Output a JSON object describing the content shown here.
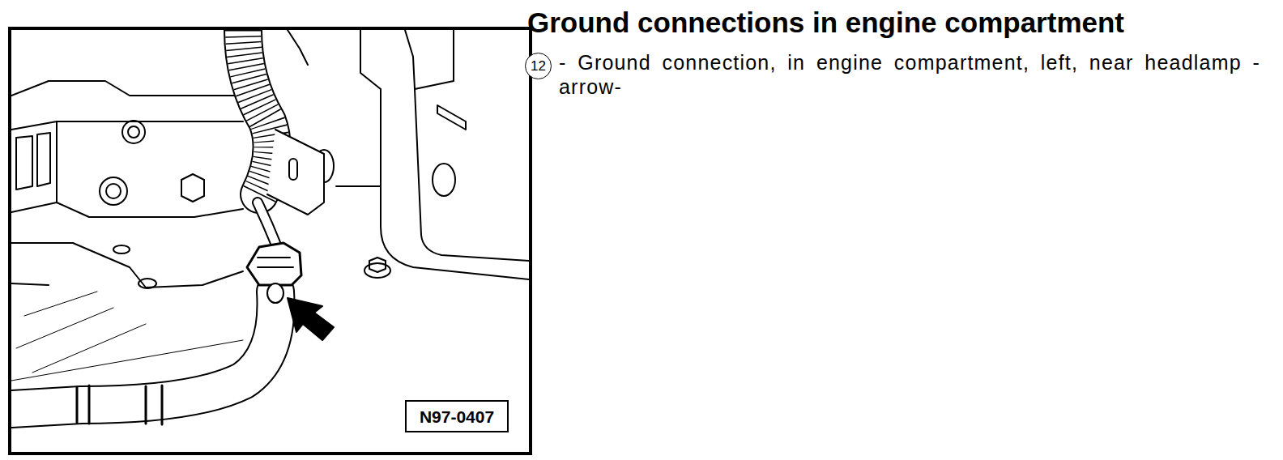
{
  "diagram": {
    "title": "Ground connections in engine compartment",
    "nodes": [
      {
        "text": [
          "12"
        ]
      },
      {
        "text": [
          "N97-0407"
        ]
      }
    ],
    "labels": [
      "- Ground connection, in engine compartment, left, near headlamp -arrow-"
    ]
  }
}
